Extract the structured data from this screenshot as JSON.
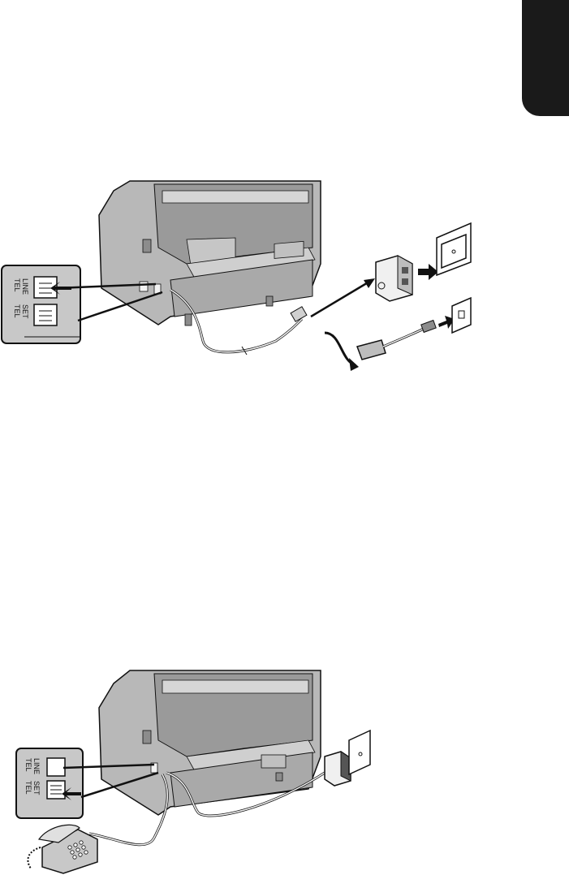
{
  "tab_marker": {
    "color": "#1a1a1a"
  },
  "figure_top": {
    "inset_labels": {
      "line": [
        "TEL",
        "LINE"
      ],
      "set": [
        "TEL",
        "SET"
      ]
    }
  },
  "figure_bottom": {
    "inset_labels": {
      "line": [
        "TEL",
        "LINE"
      ],
      "set": [
        "TEL",
        "SET"
      ]
    }
  },
  "colors": {
    "machine": "#b8b8b8",
    "machine_dark": "#8c8c8c",
    "inset": "#c8c8c8",
    "line": "#111111"
  }
}
